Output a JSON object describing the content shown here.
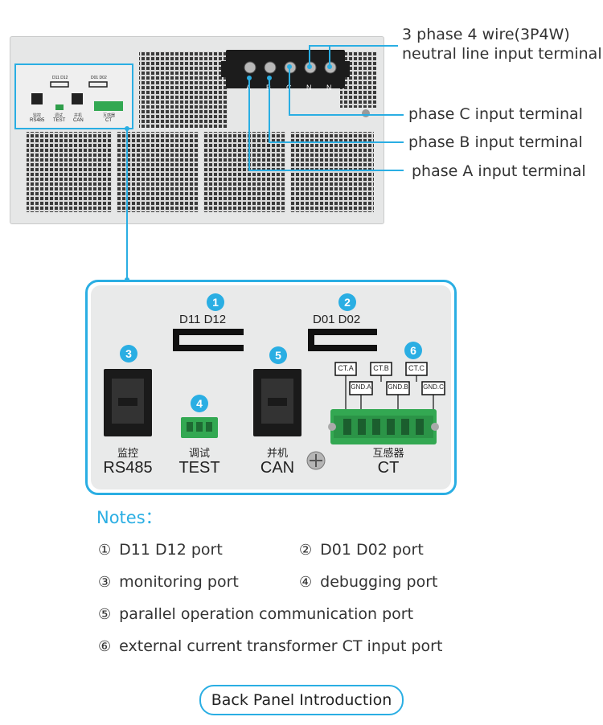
{
  "callouts": {
    "neutral_line1": "3 phase 4 wire(3P4W)",
    "neutral_line2": "neutral line input terminal",
    "phase_c": "phase C input terminal",
    "phase_b": "phase B input terminal",
    "phase_a": "phase A input terminal"
  },
  "terminal_letters": [
    "A",
    "B",
    "C",
    "N",
    "N"
  ],
  "small_panel": {
    "d11d12": "D11  D12",
    "d01d02": "D01  D02",
    "rs485_cn": "监控",
    "rs485": "RS485",
    "test_cn": "调试",
    "test": "TEST",
    "can_cn": "并机",
    "can": "CAN",
    "ct_cn": "互感器",
    "ct": "CT"
  },
  "detail": {
    "markers": [
      "1",
      "2",
      "3",
      "4",
      "5",
      "6"
    ],
    "d11d12": "D11   D12",
    "d01d02": "D01   D02",
    "ct_labels_top": [
      "CT.A",
      "CT.B",
      "CT.C"
    ],
    "ct_labels_bottom": [
      "GND.A",
      "GND.B",
      "GND.C"
    ],
    "rs485_cn": "监控",
    "rs485": "RS485",
    "test_cn": "调试",
    "test": "TEST",
    "can_cn": "并机",
    "can": "CAN",
    "ct_cn": "互感器",
    "ct": "CT"
  },
  "notes": {
    "title": "Notes：",
    "items": [
      {
        "num": "①",
        "text": "D11 D12 port"
      },
      {
        "num": "②",
        "text": "D01 D02 port"
      },
      {
        "num": "③",
        "text": "monitoring port"
      },
      {
        "num": "④",
        "text": "debugging port"
      },
      {
        "num": "⑤",
        "text": "parallel operation communication port"
      },
      {
        "num": "⑥",
        "text": "external current transformer CT input port"
      }
    ]
  },
  "footer_button": "Back Panel Introduction",
  "colors": {
    "accent": "#2aaee3",
    "panel": "#e9eaea",
    "green": "#33a852"
  }
}
